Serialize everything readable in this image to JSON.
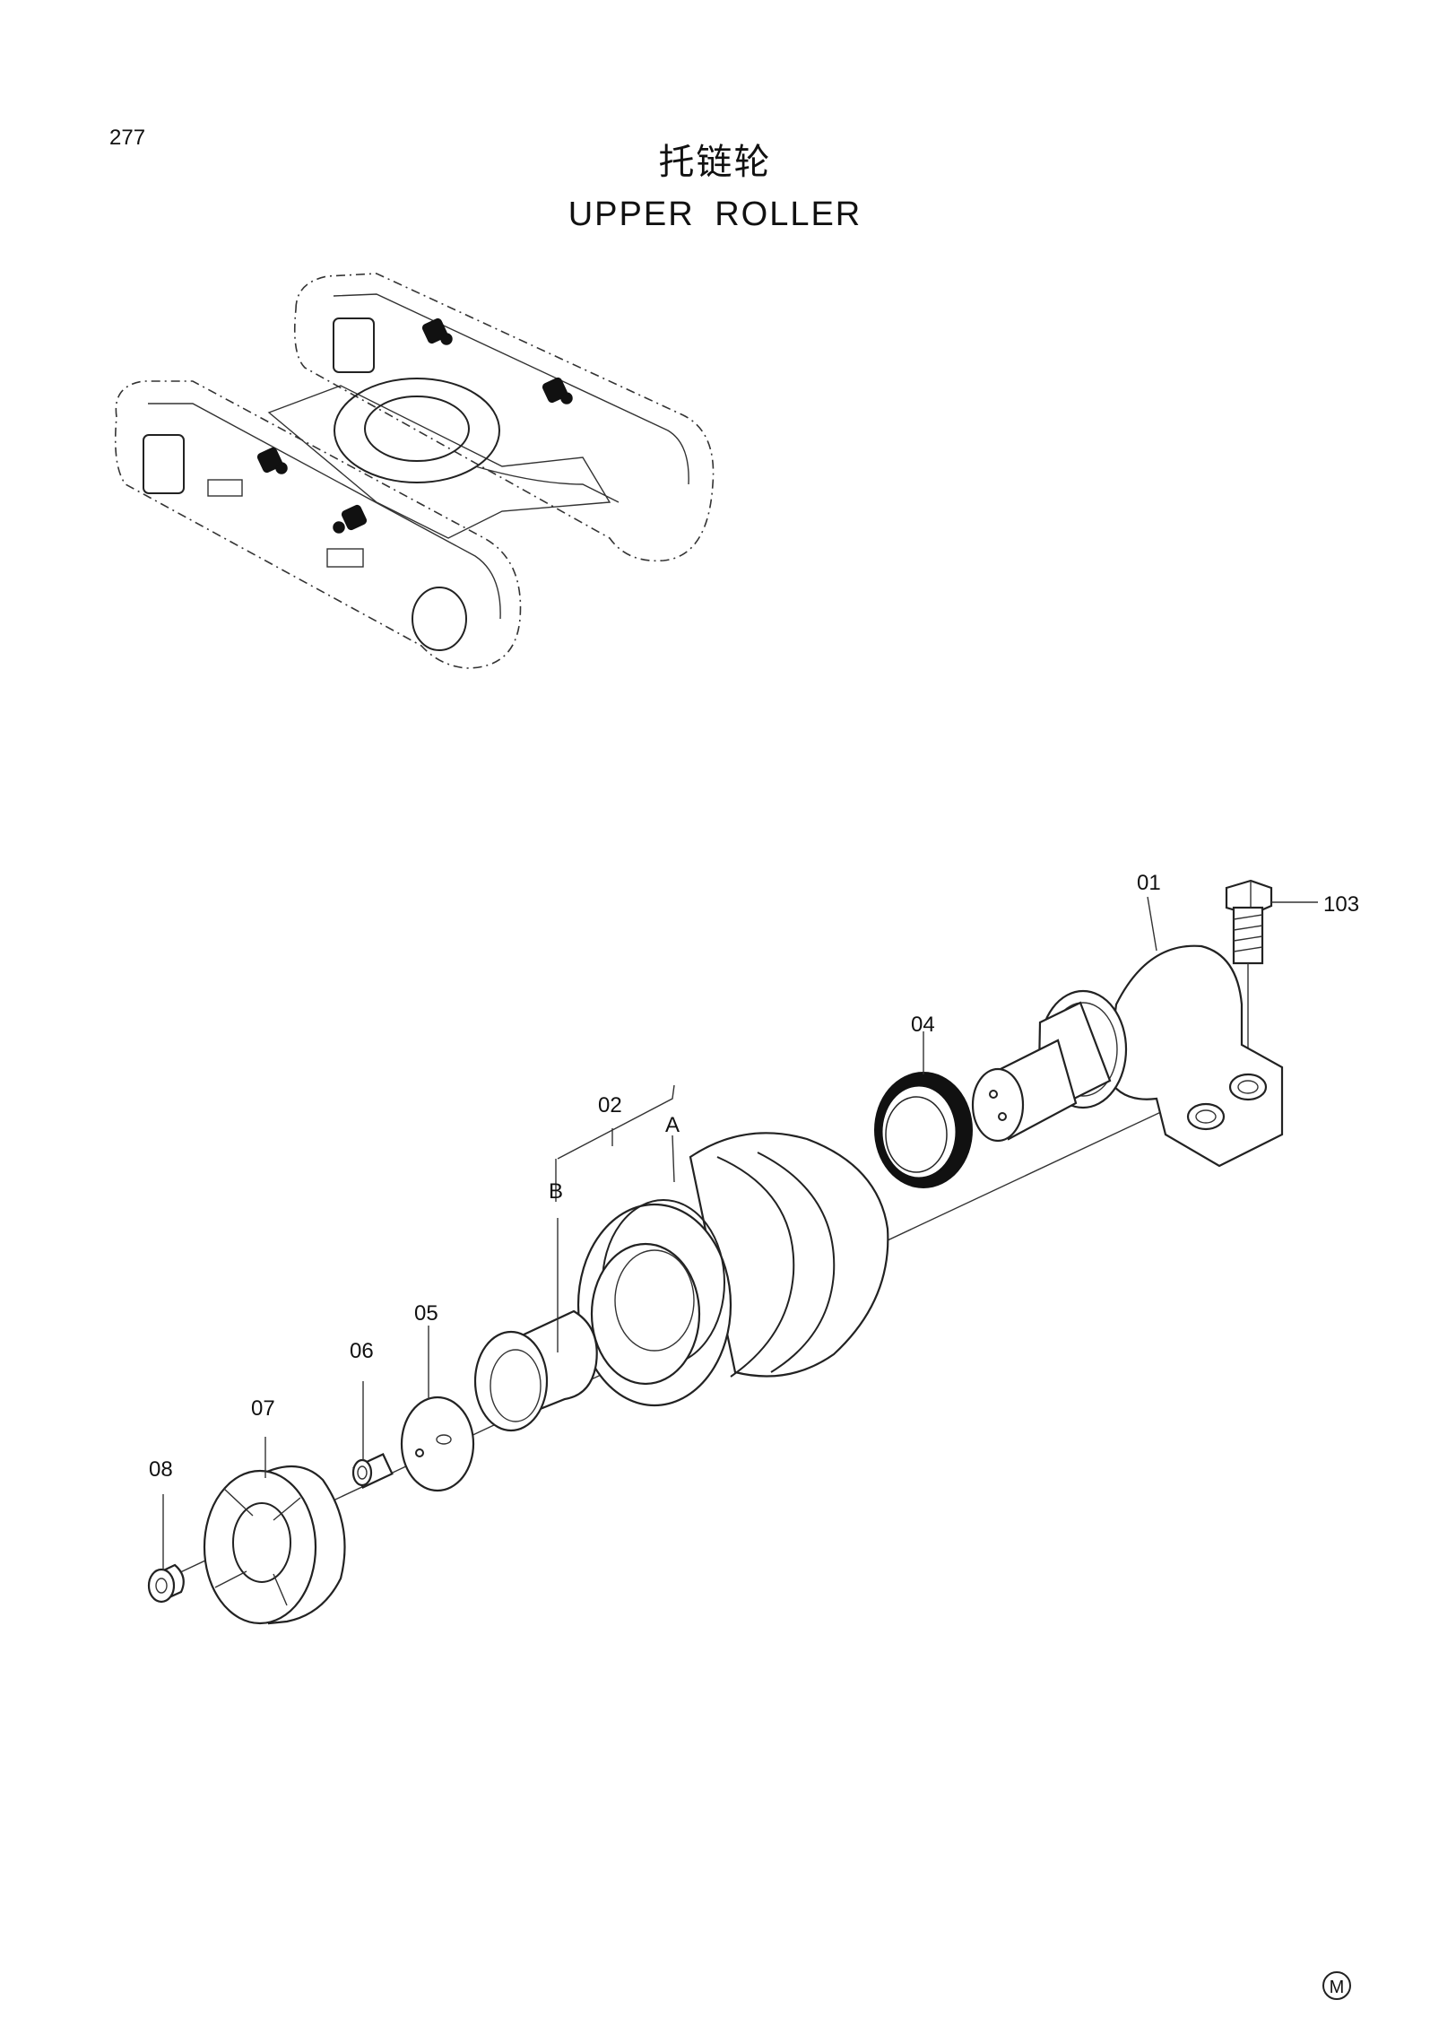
{
  "page_number": "277",
  "title_cn": "托链轮",
  "title_en": "UPPER  ROLLER",
  "corner_mark": "M",
  "callouts": {
    "p01": "01",
    "p103": "103",
    "p04": "04",
    "p02": "02",
    "pA": "A",
    "pB": "B",
    "p05": "05",
    "p06": "06",
    "p07": "07",
    "p08": "08"
  }
}
